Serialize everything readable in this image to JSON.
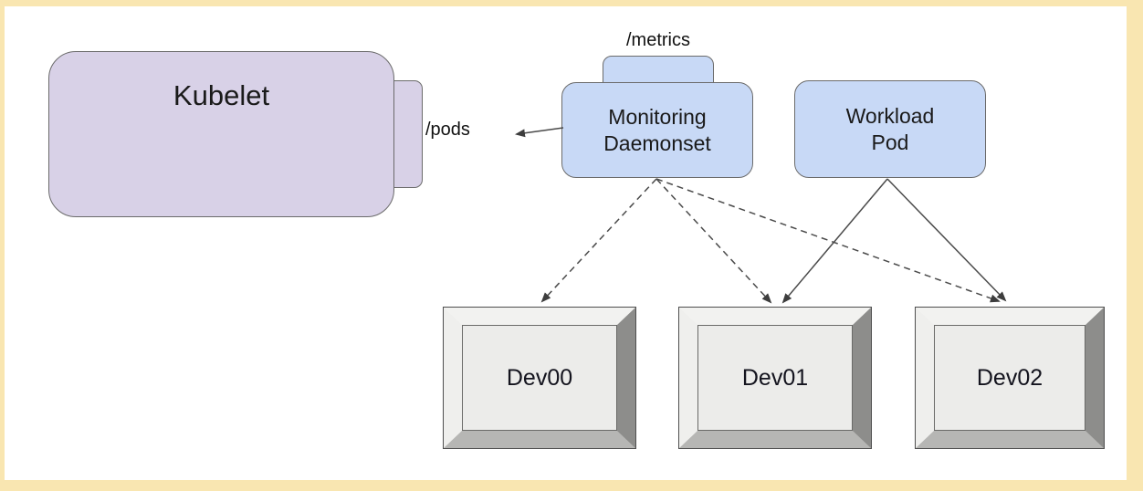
{
  "diagram": {
    "labels": {
      "pods": "/pods",
      "metrics": "/metrics"
    },
    "nodes": {
      "kubelet": {
        "label": "Kubelet"
      },
      "monitoring_daemonset": {
        "line1": "Monitoring",
        "line2": "Daemonset"
      },
      "workload_pod": {
        "line1": "Workload",
        "line2": "Pod"
      },
      "devices": [
        {
          "label": "Dev00"
        },
        {
          "label": "Dev01"
        },
        {
          "label": "Dev02"
        }
      ]
    },
    "edges": [
      {
        "from": "monitoring-daemonset",
        "to": "kubelet-pods-endpoint",
        "style": "solid",
        "label": "/pods"
      },
      {
        "from": "monitoring-daemonset",
        "to": "dev00",
        "style": "dashed"
      },
      {
        "from": "monitoring-daemonset",
        "to": "dev01",
        "style": "dashed"
      },
      {
        "from": "monitoring-daemonset",
        "to": "dev02",
        "style": "dashed"
      },
      {
        "from": "workload-pod",
        "to": "dev01",
        "style": "solid"
      },
      {
        "from": "workload-pod",
        "to": "dev02",
        "style": "solid"
      }
    ],
    "colors": {
      "frame": "#F9E6B1",
      "canvas": "#FFFFFF",
      "purple_fill": "#D8D1E7",
      "blue_fill": "#C8D9F6",
      "node_border": "#6B6B6B",
      "arrow": "#3D3D3D",
      "device_face_light": "#F1F1EF",
      "device_face_right": "#8D8D8B",
      "device_face_bottom": "#B6B6B4",
      "device_panel": "#ECECEA"
    }
  }
}
